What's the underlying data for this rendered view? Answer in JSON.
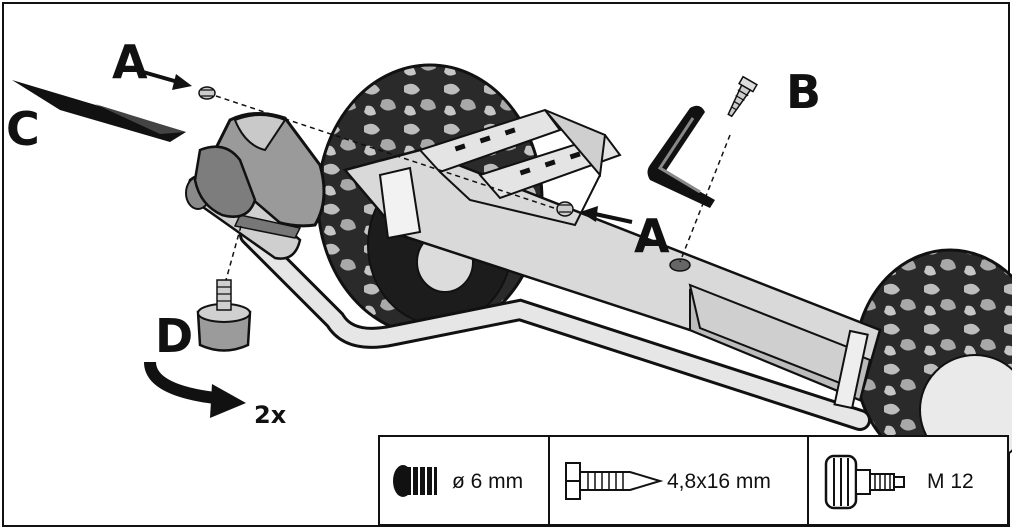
{
  "diagram": {
    "labels": {
      "a_top": "A",
      "a_right": "A",
      "b": "B",
      "c": "C",
      "d": "D",
      "count": "2x"
    }
  },
  "legend": {
    "items": [
      {
        "icon": "plug-dowel-icon",
        "text": "ø 6 mm"
      },
      {
        "icon": "wood-screw-icon",
        "text": "4,8x16 mm"
      },
      {
        "icon": "knob-bolt-icon",
        "text": "M 12"
      }
    ]
  }
}
